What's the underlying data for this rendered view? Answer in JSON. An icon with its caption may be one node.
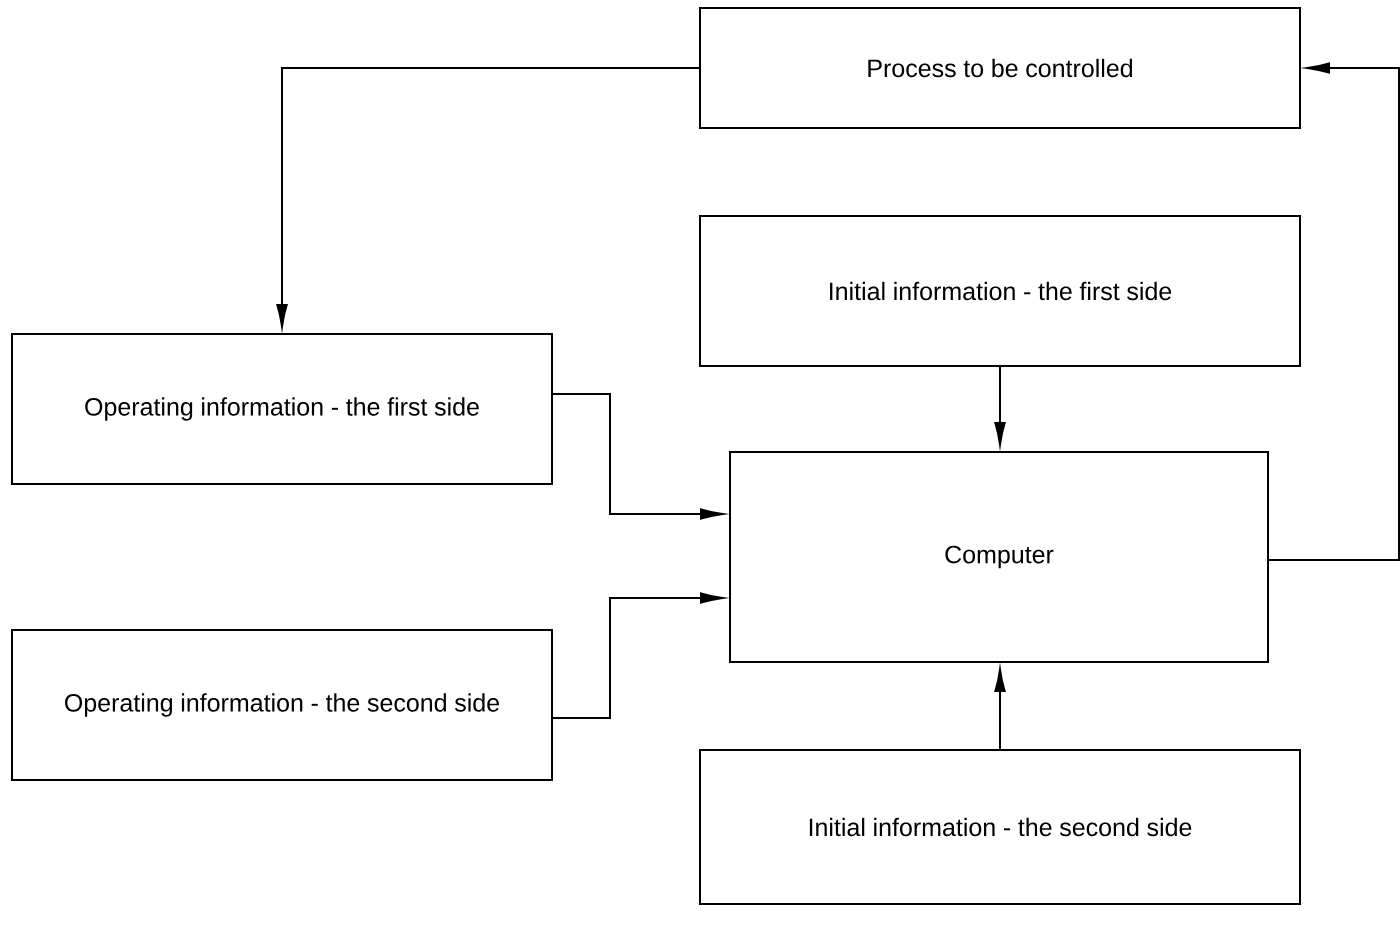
{
  "diagram": {
    "nodes": [
      {
        "text": [
          "Process to be controlled"
        ]
      },
      {
        "text": [
          "Initial information - the first side"
        ]
      },
      {
        "text": [
          "Operating information - the first side"
        ]
      },
      {
        "text": [
          "Computer"
        ]
      },
      {
        "text": [
          "Operating information - the second side"
        ]
      },
      {
        "text": [
          "Initial information - the second side"
        ]
      }
    ],
    "edges": [
      {
        "from": 0,
        "to": 2,
        "arrow": "to"
      },
      {
        "from": 2,
        "to": 3,
        "arrow": "to"
      },
      {
        "from": 4,
        "to": 3,
        "arrow": "to"
      },
      {
        "from": 1,
        "to": 3,
        "arrow": "to"
      },
      {
        "from": 5,
        "to": 3,
        "arrow": "to"
      },
      {
        "from": 3,
        "to": 0,
        "arrow": "to"
      }
    ]
  }
}
